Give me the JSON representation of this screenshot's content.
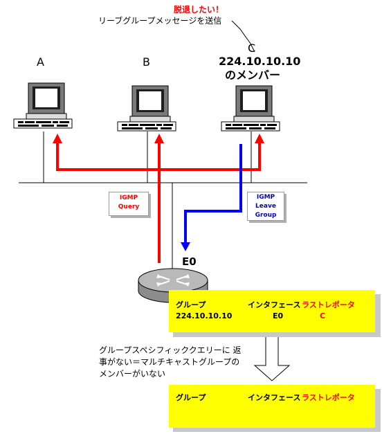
{
  "top_note": {
    "title": "脱退したい！",
    "subtitle": "リーブグループメッセージを送信"
  },
  "hosts": [
    {
      "letter": "A"
    },
    {
      "letter": "B"
    },
    {
      "letter": "C"
    }
  ],
  "group_member": {
    "address": "224.10.10.10",
    "caption": "のメンバー"
  },
  "callouts": {
    "query": {
      "line1": "IGMP",
      "line2": "Query"
    },
    "leave": {
      "line1": "IGMP",
      "line2": "Leave",
      "line3": "Group"
    }
  },
  "router": {
    "interface": "E0"
  },
  "table_before": {
    "headers": [
      "グループ",
      "インタフェース",
      "ラストレポータ"
    ],
    "row": [
      "224.10.10.10",
      "E0",
      "C"
    ]
  },
  "explanation": {
    "line1": "グループスペシフィッククエリーに 返",
    "line2": "事がない＝マルチキャストグループの",
    "line3": "メンバーがいない"
  },
  "table_after": {
    "headers": [
      "グループ",
      "インタフェース",
      "ラストレポータ"
    ]
  },
  "colors": {
    "query_arrow": "#ff0000",
    "leave_arrow": "#0000ff",
    "table_fill": "#ffff00",
    "reporter_text": "#ff0000"
  }
}
